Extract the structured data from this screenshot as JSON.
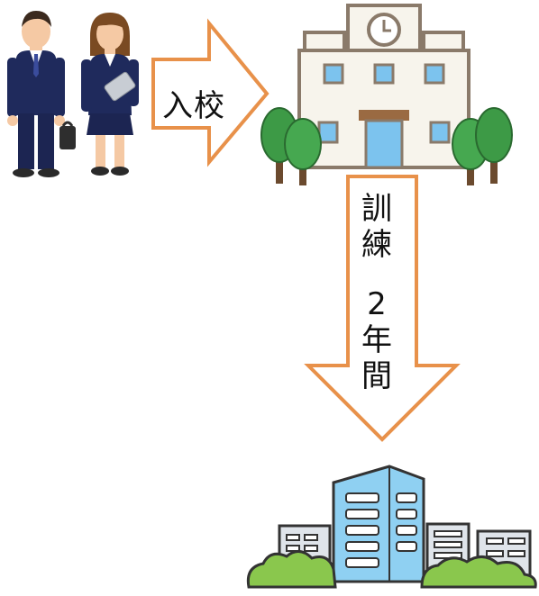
{
  "flow": {
    "enroll_label": "入校",
    "training_chars": [
      "訓",
      "練"
    ],
    "duration_chars": [
      "2",
      "年",
      "間"
    ]
  },
  "colors": {
    "arrow_stroke": "#e8914a",
    "school_wall": "#f7f4ec",
    "school_outline": "#8a7a6a",
    "window_blue": "#7cc3ee",
    "tree_green": "#3d9a46",
    "suit_navy": "#1f2a5c",
    "office_blue": "#8fd0f2",
    "lawn_green": "#8ac74d"
  },
  "icons": {
    "people": "students-icon",
    "school": "school-building-icon",
    "office": "office-buildings-icon"
  }
}
